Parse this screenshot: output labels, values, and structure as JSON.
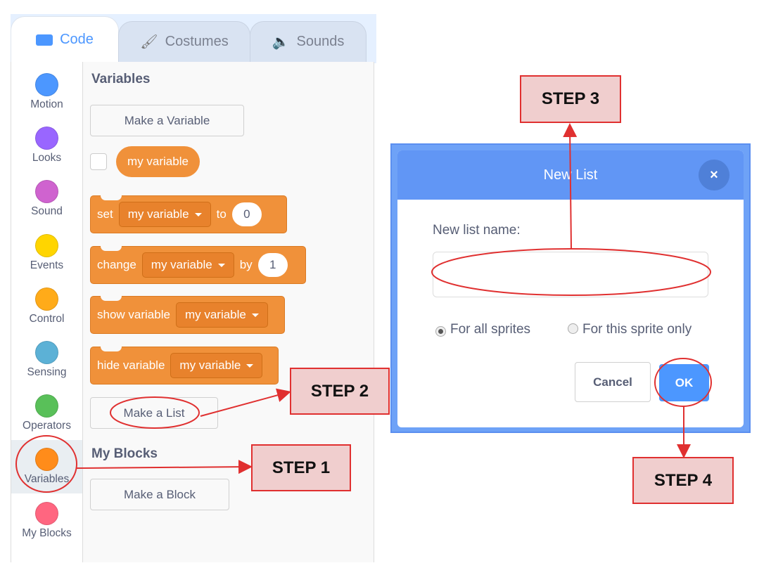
{
  "tabs": [
    {
      "label": "Code",
      "icon": "code-icon"
    },
    {
      "label": "Costumes",
      "icon": "brush-icon"
    },
    {
      "label": "Sounds",
      "icon": "speaker-icon"
    }
  ],
  "categories": [
    {
      "label": "Motion",
      "color": "#4c97ff"
    },
    {
      "label": "Looks",
      "color": "#9966ff"
    },
    {
      "label": "Sound",
      "color": "#cf63cf"
    },
    {
      "label": "Events",
      "color": "#ffd500"
    },
    {
      "label": "Control",
      "color": "#ffab19"
    },
    {
      "label": "Sensing",
      "color": "#5cb1d6"
    },
    {
      "label": "Operators",
      "color": "#59c059"
    },
    {
      "label": "Variables",
      "color": "#ff8c1a"
    },
    {
      "label": "My Blocks",
      "color": "#ff6680"
    }
  ],
  "palette": {
    "variables_heading": "Variables",
    "make_variable": "Make a Variable",
    "reporter": "my variable",
    "set": {
      "label": "set",
      "var": "my variable",
      "to": "to",
      "value": "0"
    },
    "change": {
      "label": "change",
      "var": "my variable",
      "by": "by",
      "value": "1"
    },
    "show": {
      "label": "show variable",
      "var": "my variable"
    },
    "hide": {
      "label": "hide variable",
      "var": "my variable"
    },
    "make_list": "Make a List",
    "my_blocks_heading": "My Blocks",
    "make_block": "Make a Block"
  },
  "dialog": {
    "title": "New List",
    "close": "×",
    "name_label": "New list name:",
    "name_value": "",
    "radio_all": "For all sprites",
    "radio_this": "For this sprite only",
    "cancel": "Cancel",
    "ok": "OK"
  },
  "steps": {
    "s1": "STEP 1",
    "s2": "STEP 2",
    "s3": "STEP 3",
    "s4": "STEP 4"
  },
  "colors": {
    "annotation": "#e03030",
    "accent": "#4c97ff",
    "variables": "#f0913a"
  }
}
